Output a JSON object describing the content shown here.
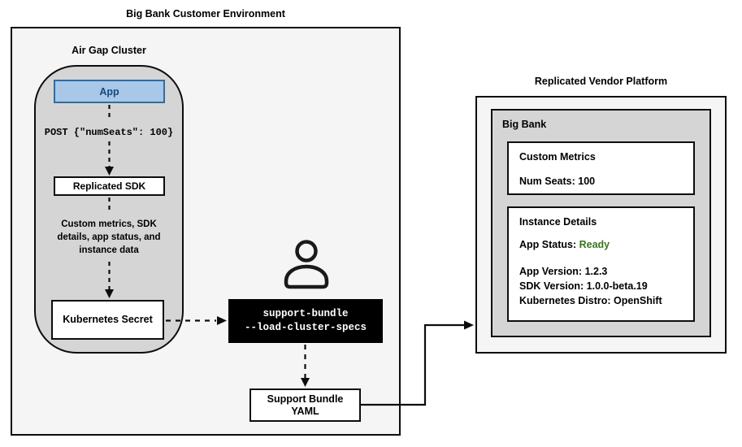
{
  "colors": {
    "box_border": "#0d0d0d",
    "light_fill": "#f5f5f5",
    "gray_fill": "#d5d5d5",
    "app_fill": "#a9c7e8",
    "app_border": "#2e6da4",
    "app_text": "#14497b",
    "command_bg": "#000000",
    "command_text": "#ffffff",
    "status_ready_green": "#38761d"
  },
  "customer_env": {
    "title": "Big Bank Customer Environment",
    "air_gap": {
      "label": "Air Gap Cluster",
      "app_label": "App",
      "post_text": "POST {\"numSeats\": 100}",
      "sdk_label": "Replicated SDK",
      "metrics_text": "Custom metrics, SDK\ndetails, app status, and\ninstance data",
      "secret_label": "Kubernetes Secret"
    },
    "command_text": "support-bundle\n--load-cluster-specs",
    "support_bundle_label": "Support Bundle\nYAML"
  },
  "vendor_platform": {
    "title": "Replicated Vendor Platform",
    "account_label": "Big Bank",
    "custom_metrics": {
      "title": "Custom Metrics",
      "num_seats": "Num Seats: 100"
    },
    "instance_details": {
      "title": "Instance Details",
      "app_status_label": "App Status: ",
      "app_status_value": "Ready",
      "app_version": "App Version: 1.2.3",
      "sdk_version": "SDK Version: 1.0.0-beta.19",
      "kubernetes_distro": "Kubernetes Distro: OpenShift"
    }
  },
  "icons": {
    "person": "person-icon"
  }
}
